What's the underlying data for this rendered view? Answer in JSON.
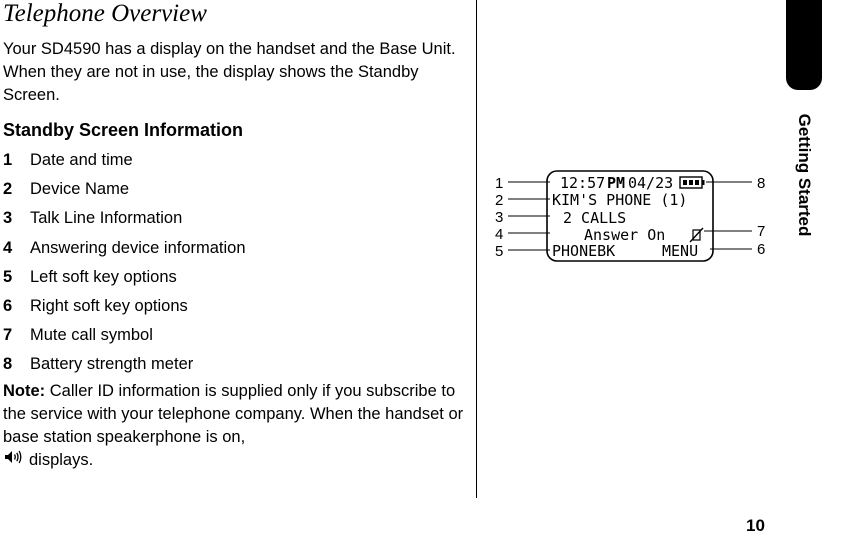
{
  "page": {
    "title": "Telephone Overview",
    "intro": "Your SD4590 has a display on the handset and the Base Unit. When they are not in use, the display shows the Standby Screen.",
    "section_heading": "Standby Screen Information",
    "legend": [
      {
        "num": "1",
        "label": "Date and time"
      },
      {
        "num": "2",
        "label": "Device Name"
      },
      {
        "num": "3",
        "label": "Talk Line Information"
      },
      {
        "num": "4",
        "label": "Answering device information"
      },
      {
        "num": "5",
        "label": "Left soft key options"
      },
      {
        "num": "6",
        "label": "Right soft key options"
      },
      {
        "num": "7",
        "label": "Mute call symbol"
      },
      {
        "num": "8",
        "label": "Battery strength meter"
      }
    ],
    "note_label": "Note:",
    "note_text": "Caller ID information is supplied only if you subscribe to the service with your telephone company. When the handset or base station speakerphone is on,",
    "note_tail": "displays.",
    "side_tab_label": "Getting Started",
    "page_number": "10"
  },
  "display": {
    "time": "12:57",
    "ampm": "PM",
    "date": "04/23",
    "device_name": "KIM'S PHONE (1)",
    "talk_line": "2 CALLS",
    "answering": "Answer On",
    "left_softkey": "PHONEBK",
    "right_softkey": "MENU",
    "callouts_left": [
      "1",
      "2",
      "3",
      "4",
      "5"
    ],
    "callouts_right": [
      "8",
      "7",
      "6"
    ]
  },
  "icons": [
    "speaker-icon",
    "battery-icon",
    "mute-icon"
  ]
}
